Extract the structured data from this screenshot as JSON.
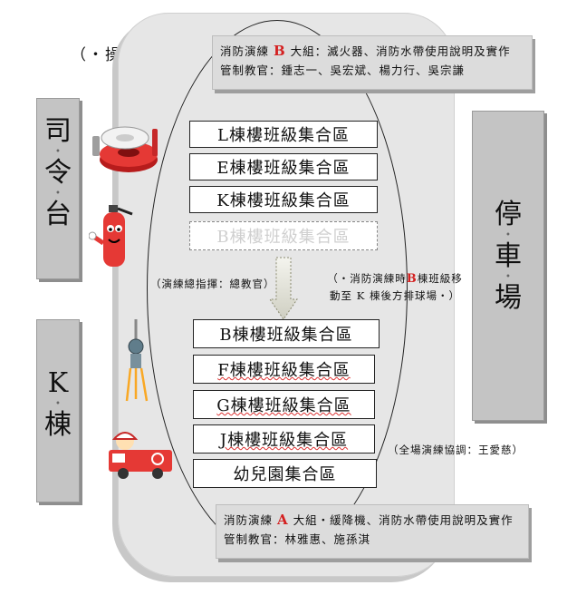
{
  "playground_label": "（‧操‧‧場‧）",
  "top_info": {
    "line1_prefix": "消防演練",
    "line1_letter": "B",
    "line1_suffix": "大組：滅火器、消防水帶使用說明及實作",
    "line2": "管制教官：鍾志一、吳宏斌、楊力行、吳宗謙"
  },
  "bottom_info": {
    "line1_prefix": "消防演練",
    "line1_letter": "A",
    "line1_suffix": "大組‧緩降機、消防水帶使用說明及實作",
    "line2": "管制教官：林雅惠、施孫淇"
  },
  "side_labels": {
    "command_stage": [
      "司",
      "令",
      "台"
    ],
    "building_k": [
      "K",
      "棟"
    ],
    "parking": [
      "停",
      "車",
      "場"
    ]
  },
  "zones": [
    {
      "label": "L棟樓班級集合區"
    },
    {
      "label": "E棟樓班級集合區"
    },
    {
      "label": "K棟樓班級集合區"
    },
    {
      "label": "B棟樓班級集合區"
    },
    {
      "label": "B棟樓班級集合區"
    },
    {
      "label": "F棟樓班級集合區"
    },
    {
      "label": "G棟樓班級集合區"
    },
    {
      "label": "J棟樓班級集合區"
    },
    {
      "label": "幼兒園集合區"
    }
  ],
  "commander_note": "（演練總指揮：總教官）",
  "move_note": {
    "line1_prefix": "（‧消防演練時",
    "letter": "B",
    "line1_suffix": "棟班級移",
    "line2": "動至 K 棟後方排球場‧）"
  },
  "coordinator_note": "（全場演練協調：王愛慈）",
  "icons": [
    "fire-hose-icon",
    "fire-extinguisher-icon",
    "rescue-descender-icon",
    "fire-truck-icon"
  ]
}
